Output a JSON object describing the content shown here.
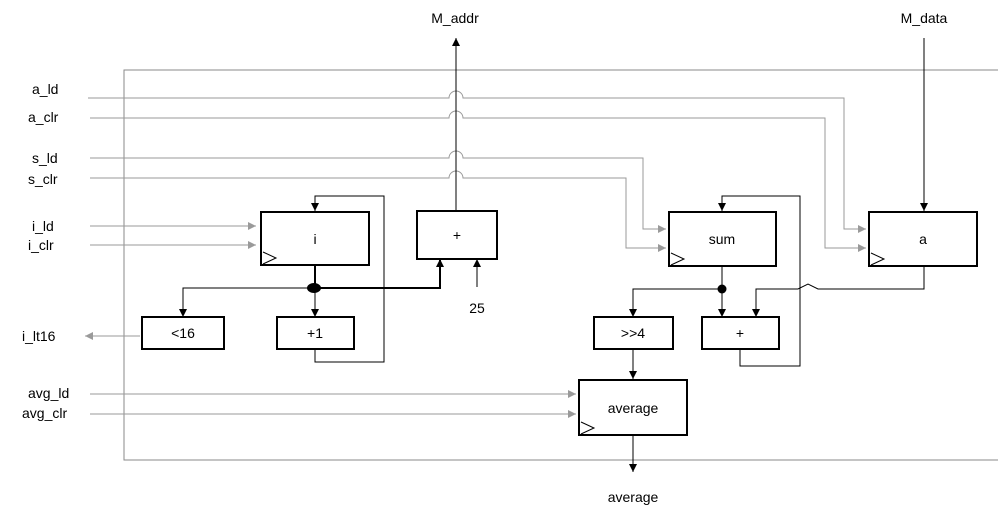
{
  "external_signals": {
    "m_addr": "M_addr",
    "m_data": "M_data",
    "a_ld": "a_ld",
    "a_clr": "a_clr",
    "s_ld": "s_ld",
    "s_clr": "s_clr",
    "i_ld": "i_ld",
    "i_clr": "i_clr",
    "i_lt16": "i_lt16",
    "avg_ld": "avg_ld",
    "avg_clr": "avg_clr",
    "average_out": "average"
  },
  "blocks": {
    "reg_i": "i",
    "adder_addr": "+",
    "reg_sum": "sum",
    "reg_a": "a",
    "comparator": "<16",
    "incrementer": "+1",
    "shifter": ">>4",
    "adder_sum": "+",
    "reg_average": "average"
  },
  "constants": {
    "base_addr": "25"
  },
  "colors": {
    "control_wire": "#9a9a9a",
    "data_wire": "#000000",
    "frame": "#8a8a8a"
  }
}
